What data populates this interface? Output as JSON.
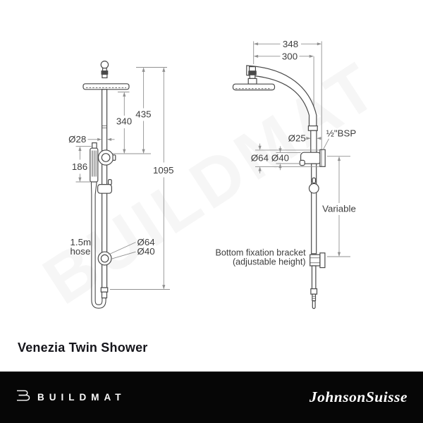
{
  "page": {
    "title_text": "Venezia Twin Shower",
    "watermark": "BUILDMAT"
  },
  "front_view": {
    "dia_rail": "Ø28",
    "handset_length": "186",
    "head_to_diverter": "340",
    "top_to_diverter": "435",
    "total_height": "1095",
    "hose_line1": "1.5m",
    "hose_line2": "hose",
    "bracket_outer_dia": "Ø64",
    "bracket_inner_dia": "Ø40"
  },
  "side_view": {
    "reach_outer": "348",
    "reach_inner": "300",
    "pipe_dia": "Ø25",
    "thread": "½\"BSP",
    "bracket_outer_dia": "Ø64",
    "bracket_inner_dia": "Ø40",
    "variable": "Variable",
    "note_line1": "Bottom fixation bracket",
    "note_line2": "(adjustable height)"
  },
  "footer": {
    "brand_left": "BUILDMAT",
    "brand_right": "JohnsonSuisse"
  },
  "colors": {
    "object_line": "#4a4a4a",
    "dimension_line": "#919191",
    "text": "#3d3d3d",
    "footer_bg": "#060606",
    "footer_text": "#ffffff"
  }
}
